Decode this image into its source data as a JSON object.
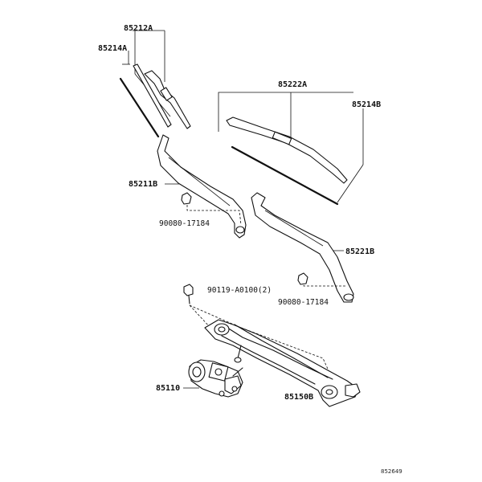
{
  "labels": {
    "blade_front": "85212A",
    "refill_front": "85214A",
    "blade_rear": "85222A",
    "refill_rear": "85214B",
    "arm_front": "85211B",
    "cap_front": "90080-17184",
    "arm_rear": "85221B",
    "bolt": "90119-A0100(2)",
    "cap_rear": "90080-17184",
    "motor": "85110",
    "link": "85150B"
  },
  "diagram_code": "852649"
}
